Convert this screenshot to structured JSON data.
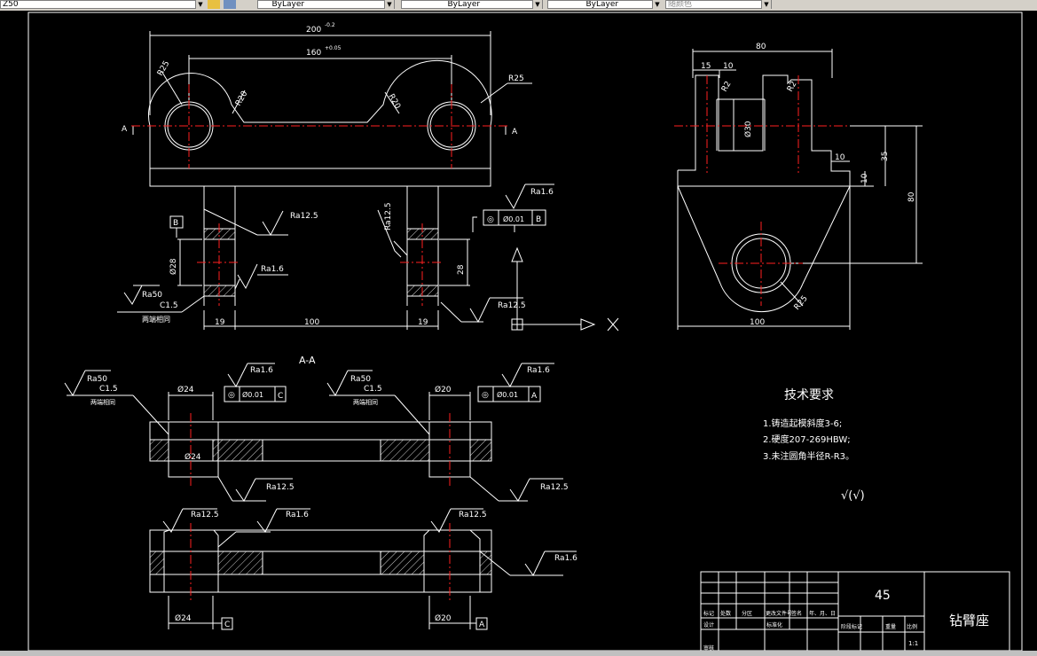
{
  "toolbar": {
    "layer": "Z50",
    "linetype1": "ByLayer",
    "linetype2": "ByLayer",
    "lineweight": "ByLayer",
    "plotstyle": "随颜色"
  },
  "front_view": {
    "dim_200": "200",
    "dim_200_tol": "-0.2",
    "dim_160": "160",
    "dim_160_tol": "+0.05",
    "r25_left": "R25",
    "r20_left": "R20",
    "r20_right": "R20",
    "r25_right": "R25",
    "section_a": "A"
  },
  "lower_view": {
    "datum_b": "B",
    "ra_12_5_a": "Ra12.5",
    "ra_1_6_a": "Ra1.6",
    "ra_50": "Ra50",
    "c1_5": "C1.5",
    "both_ends": "两端相同",
    "dia28": "Ø28",
    "ra_12_5_vertical": "Ra12.5",
    "ra_1_6_b": "Ra1.6",
    "conc": "◎",
    "conc_tol": "Ø0.01",
    "conc_ref": "B",
    "dim_28b": "28",
    "ra_12_5_b": "Ra12.5",
    "dim_19a": "19",
    "dim_100": "100",
    "dim_19b": "19",
    "axis_x": "X"
  },
  "side_view": {
    "dim_80": "80",
    "dim_15": "15",
    "dim_10a": "10",
    "r2_left": "R2",
    "r2_right": "R2",
    "dim_phi30": "Ø30",
    "dim_10b": "10",
    "dim_35": "35",
    "dim_10c": "10",
    "dim_80v": "80",
    "r25": "R25",
    "dim_100b": "100"
  },
  "section": {
    "title": "A-A",
    "ra50_l": "Ra50",
    "c15_l": "C1.5",
    "both_l": "两端相同",
    "dia24_top": "Ø24",
    "ra16_l": "Ra1.6",
    "tol_c": "Ø0.01",
    "ref_c": "C",
    "ra50_r": "Ra50",
    "c15_r": "C1.5",
    "both_r": "两端相同",
    "dia20_top": "Ø20",
    "ra16_r": "Ra1.6",
    "tol_a": "Ø0.01",
    "ref_a": "A",
    "dia24_mid": "Ø24",
    "ra125_1": "Ra12.5",
    "ra125_2": "Ra12.5",
    "ra125_3": "Ra12.5",
    "ra16_3": "Ra1.6",
    "ra125_4": "Ra12.5",
    "ra16_4": "Ra1.6",
    "dia24_bot": "Ø24",
    "ref_c2": "C",
    "dia20_bot": "Ø20",
    "ref_a2": "A"
  },
  "tech": {
    "title": "技术要求",
    "line1": "1.铸造起模斜度3-6;",
    "line2": "2.硬度207-269HBW;",
    "line3": "3.未注圆角半径R-R3。",
    "rough": "√(√)"
  },
  "title_block": {
    "material": "45",
    "part_name": "钻臂座",
    "scale": "1:1",
    "h_mark": "标记",
    "h_count": "处数",
    "h_zone": "分区",
    "h_doc": "更改文件号",
    "h_sign": "签名",
    "h_date": "年、月、日",
    "h_design": "设计",
    "h_std": "标准化",
    "h_stage": "阶段标记",
    "h_weight": "重量",
    "h_ratio": "比例",
    "h_check": "审核"
  }
}
